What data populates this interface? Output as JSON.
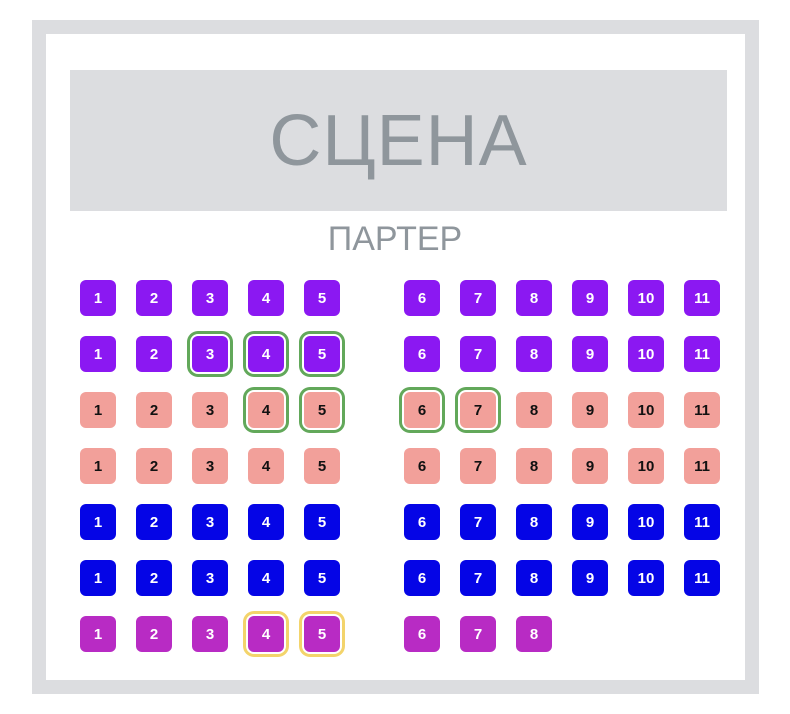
{
  "stage_label": "СЦЕНА",
  "section_label": "ПАРТЕР",
  "colors": {
    "frame": "#dcdde0",
    "purple": "#8b18f2",
    "salmon": "#f2a09a",
    "blue": "#0505e6",
    "magenta": "#b82bc4",
    "selected_green": "#62a85a",
    "selected_yellow": "#f3d46b"
  },
  "rows": [
    {
      "category": "purple",
      "text_color": "#ffffff",
      "left": [
        "1",
        "2",
        "3",
        "4",
        "5"
      ],
      "right": [
        "6",
        "7",
        "8",
        "9",
        "10",
        "11"
      ],
      "selected": []
    },
    {
      "category": "purple",
      "text_color": "#ffffff",
      "left": [
        "1",
        "2",
        "3",
        "4",
        "5"
      ],
      "right": [
        "6",
        "7",
        "8",
        "9",
        "10",
        "11"
      ],
      "selected": [
        "3",
        "4",
        "5"
      ],
      "ring": "selected_green"
    },
    {
      "category": "salmon",
      "text_color": "#111111",
      "left": [
        "1",
        "2",
        "3",
        "4",
        "5"
      ],
      "right": [
        "6",
        "7",
        "8",
        "9",
        "10",
        "11"
      ],
      "selected": [
        "4",
        "5",
        "6",
        "7"
      ],
      "ring": "selected_green"
    },
    {
      "category": "salmon",
      "text_color": "#111111",
      "left": [
        "1",
        "2",
        "3",
        "4",
        "5"
      ],
      "right": [
        "6",
        "7",
        "8",
        "9",
        "10",
        "11"
      ],
      "selected": []
    },
    {
      "category": "blue",
      "text_color": "#ffffff",
      "left": [
        "1",
        "2",
        "3",
        "4",
        "5"
      ],
      "right": [
        "6",
        "7",
        "8",
        "9",
        "10",
        "11"
      ],
      "selected": []
    },
    {
      "category": "blue",
      "text_color": "#ffffff",
      "left": [
        "1",
        "2",
        "3",
        "4",
        "5"
      ],
      "right": [
        "6",
        "7",
        "8",
        "9",
        "10",
        "11"
      ],
      "selected": []
    },
    {
      "category": "magenta",
      "text_color": "#ffffff",
      "left": [
        "1",
        "2",
        "3",
        "4",
        "5"
      ],
      "right": [
        "6",
        "7",
        "8"
      ],
      "selected": [
        "4",
        "5"
      ],
      "ring": "selected_yellow"
    }
  ]
}
